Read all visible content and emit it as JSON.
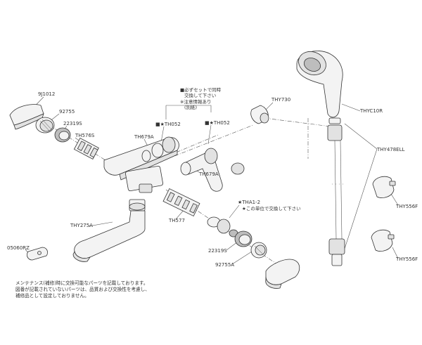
{
  "labels": {
    "p_9j1012": "9J1012",
    "p_92755": "92755",
    "p_22319s_top": "22319S",
    "p_th576s": "TH576S",
    "p_th679a_left": "TH679A",
    "p_th052_left": "■★TH052",
    "p_th052_right": "■★TH052",
    "p_th679a_right": "TH679A",
    "p_thy730": "THY730",
    "p_thyc10r": "THYC10R",
    "p_thy478ell": "THY478ELL",
    "p_thy556f_top": "THY556F",
    "p_thy556f_bottom": "THY556F",
    "p_thy275a": "THY275A",
    "p_th577": "TH577",
    "p_tha1_2": "★THA1-2",
    "p_22319s_bottom": "22319S",
    "p_92755a": "92755A",
    "p_05060rz": "05060RZ"
  },
  "notes": {
    "set_line1": "■必ずセットで同時",
    "set_line2": "交換して下さい",
    "set_line3": "※注意情報あり",
    "set_line4": "(別紙)",
    "unit_note": "★この単位で交換して下さい"
  },
  "footer": {
    "line1": "メンテナンス(補修)時に交換可能なパーツを記載しております。",
    "line2": "図番が記載されていないパーツは、品質および交換性を考慮し、",
    "line3": "補修品として設定しておりません。"
  }
}
